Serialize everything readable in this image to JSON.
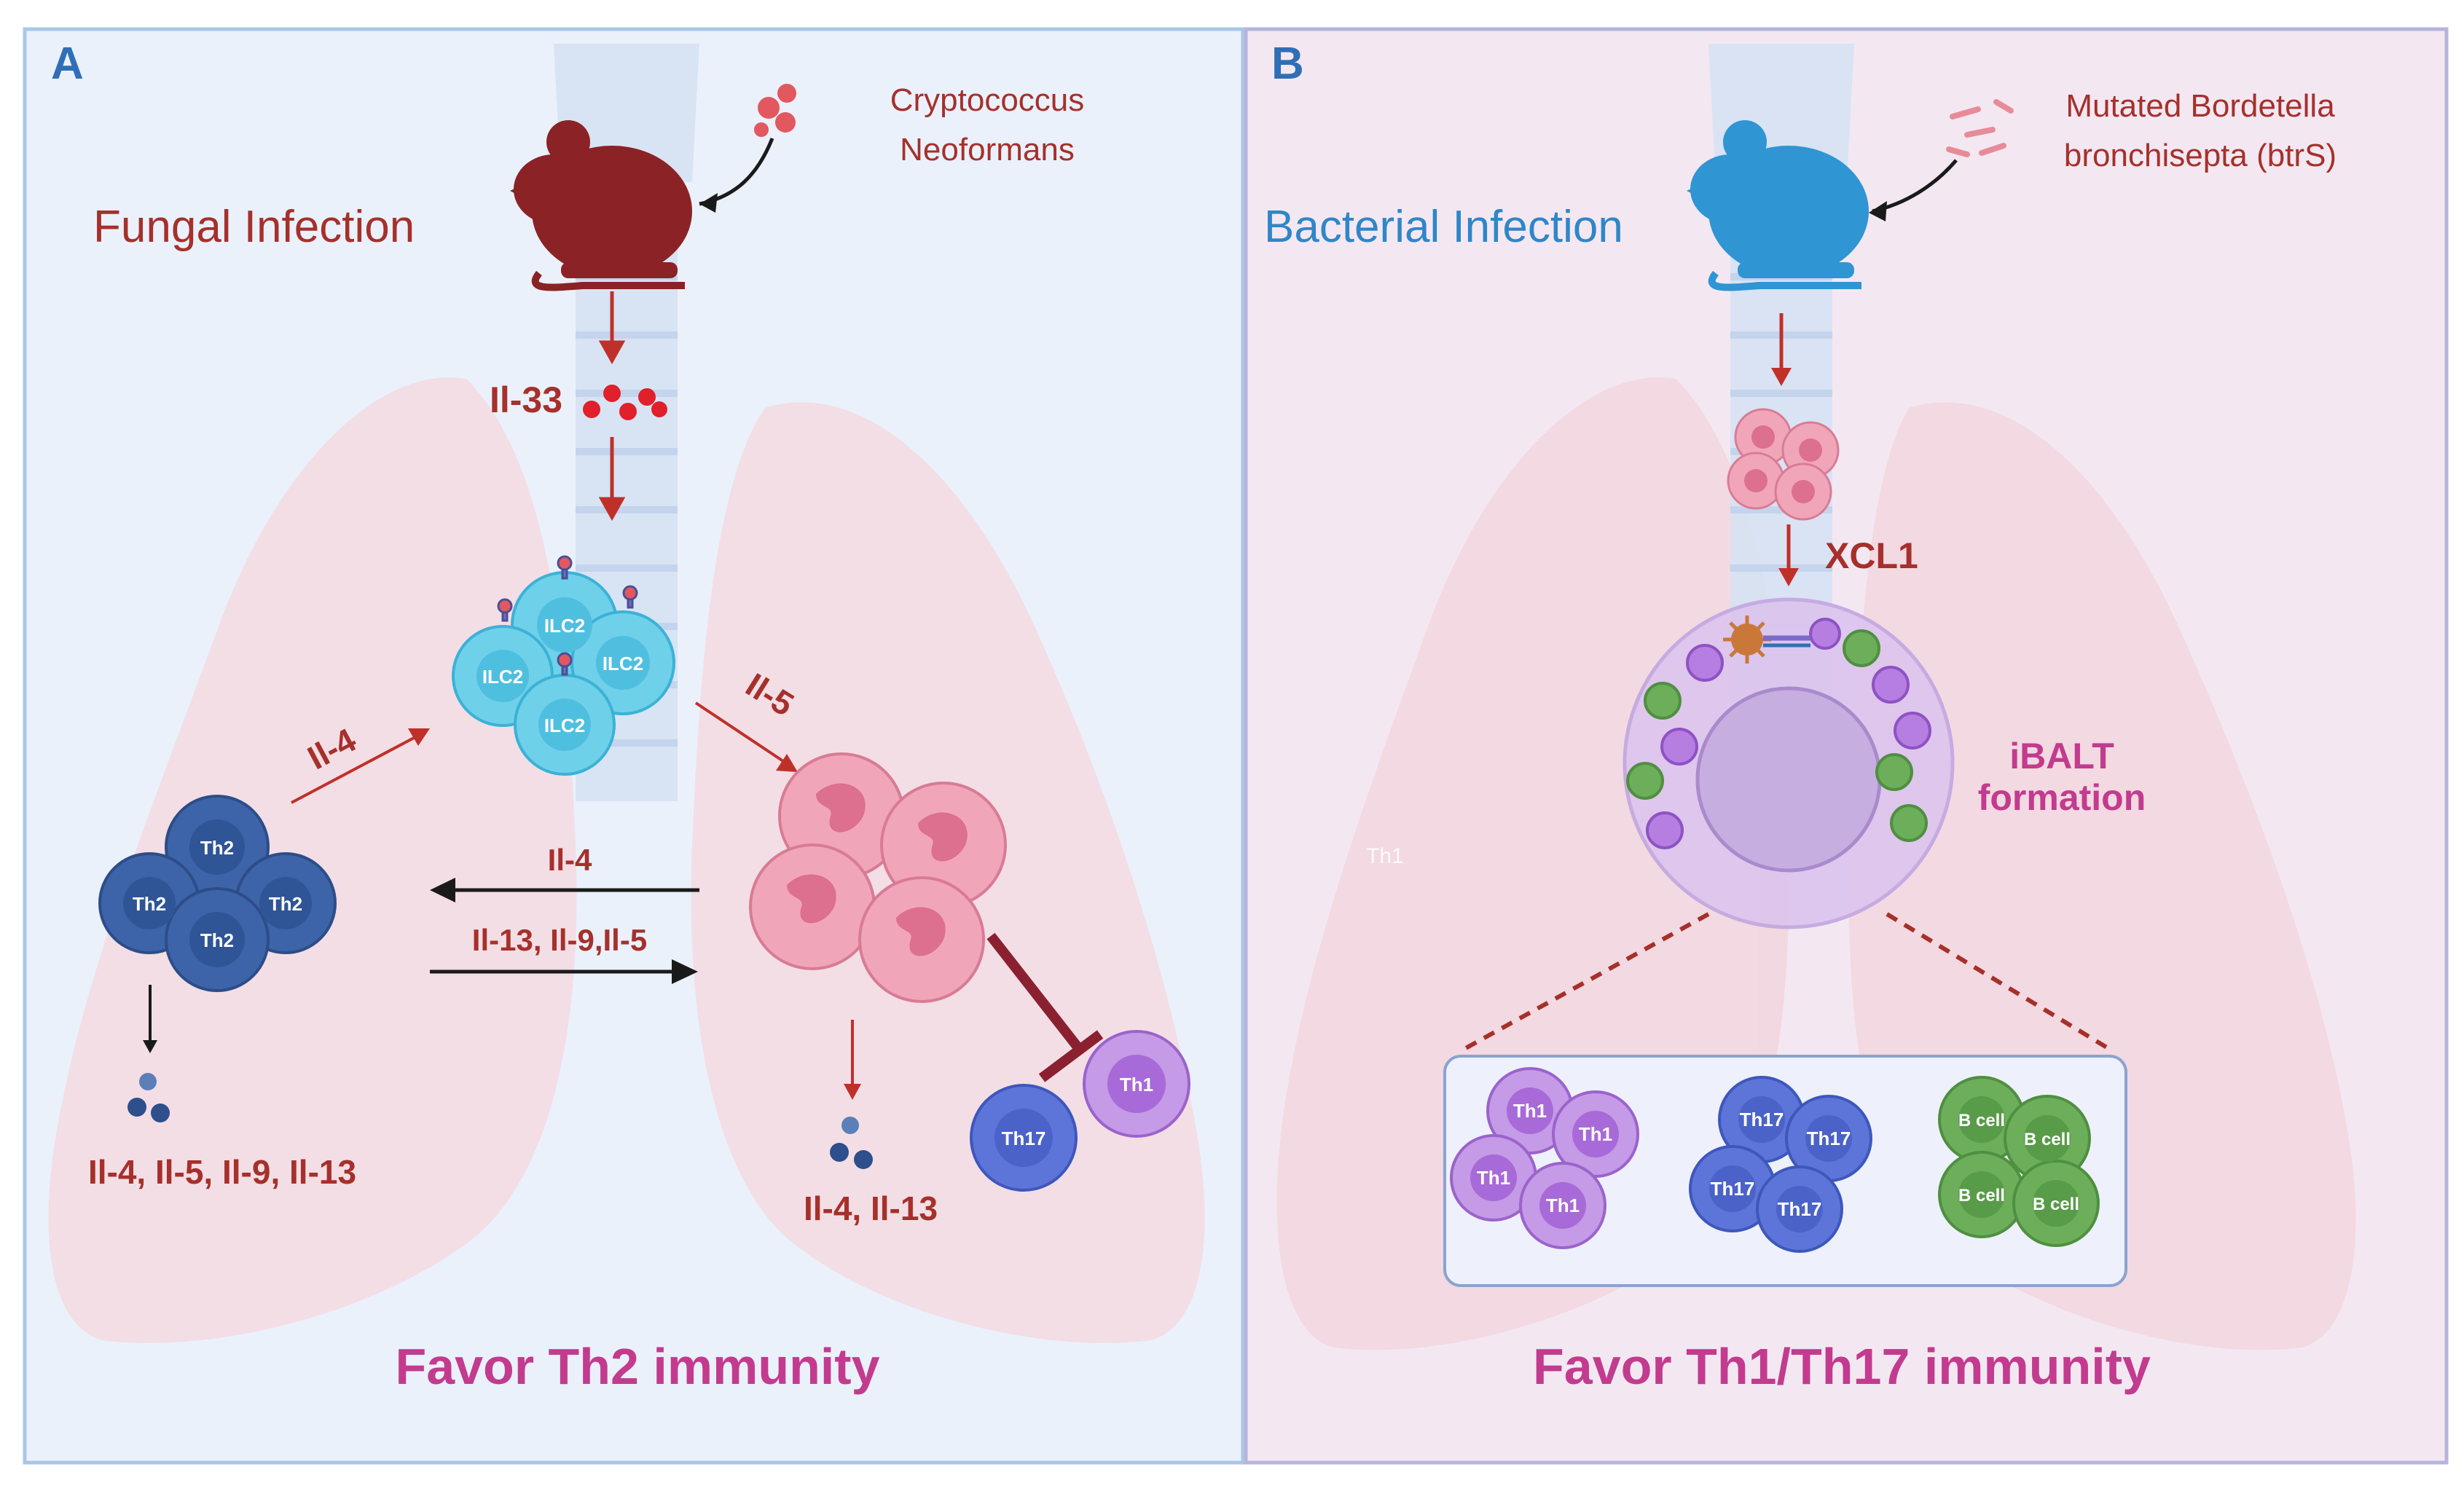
{
  "colors": {
    "panel_a_bg": "#eaf1fb",
    "panel_b_bg": "#f3e8f2",
    "panel_border_a": "#a9c6e8",
    "panel_border_b": "#b6b4dc",
    "lung": "#f4dbe1",
    "trachea": "#d6e2f3",
    "dark_red": "#a6302b",
    "arrow_black": "#1a1a1a",
    "brown_mouse": "#8b2226",
    "blue_mouse": "#2f95d3",
    "ilc2": "#6fd0ea",
    "th2": "#3d64a8",
    "th1": "#b67ee0",
    "th17": "#5d75d9",
    "bcell": "#6cae5a",
    "eosinophil": "#f0a6b8",
    "magenta_text": "#c23b8e",
    "blue_text": "#2f86c8",
    "panel_label_blue": "#2f6fb6"
  },
  "panel_a": {
    "label": "A",
    "infection_title": "Fungal Infection",
    "pathogen_line1": "Cryptococcus",
    "pathogen_line2": "Neoformans",
    "il33_label": "Il-33",
    "ilc2_label": "ILC2",
    "th2_label": "Th2",
    "il4_to_ilc2": "Il-4",
    "il5_label": "Il-5",
    "il4_arrow_label": "Il-4",
    "il13_arrow_label": "Il-13, Il-9,Il-5",
    "th2_cytokines": "Il-4, Il-5, Il-9, Il-13",
    "eos_cytokines": "Il-4, Il-13",
    "th17_label": "Th17",
    "th1_label": "Th1",
    "footer": "Favor Th2 immunity"
  },
  "panel_b": {
    "label": "B",
    "infection_title": "Bacterial Infection",
    "pathogen_line1": "Mutated Bordetella",
    "pathogen_line2": "bronchisepta (btrS)",
    "xcl1_label": "XCL1",
    "ibalt_line1": "iBALT",
    "ibalt_line2": "formation",
    "faint_th1": "Th1",
    "th1_label": "Th1",
    "th17_label": "Th17",
    "bcell_label": "B cell",
    "footer": "Favor Th1/Th17 immunity"
  }
}
